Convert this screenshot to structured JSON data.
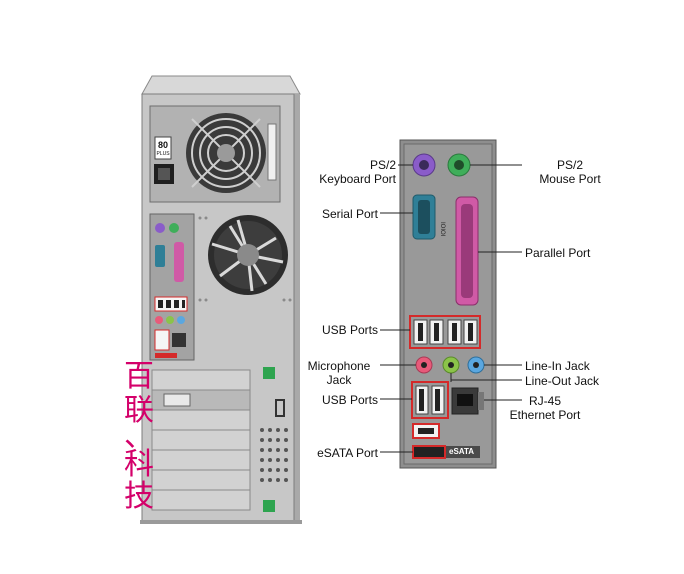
{
  "psu": {
    "badge_number": "80",
    "badge_sub": "PLUS"
  },
  "port_panel": {
    "esata_tag": "eSATA"
  },
  "labels": {
    "ps2_keyboard": "PS/2\nKeyboard Port",
    "ps2_mouse": "PS/2\nMouse Port",
    "serial": "Serial Port",
    "parallel": "Parallel Port",
    "usb_upper": "USB Ports",
    "microphone": "Microphone\nJack",
    "line_in": "Line-In Jack",
    "line_out": "Line-Out Jack",
    "usb_lower": "USB Ports",
    "rj45": "RJ-45\nEthernet Port",
    "esata": "eSATA Port"
  },
  "watermark": {
    "chars": [
      "百",
      "联",
      "、",
      "科",
      "技"
    ]
  },
  "colors": {
    "chassis": "#c9c9c9",
    "panel": "#8e8e8e",
    "highlight": "#d42a2a",
    "watermark": "#d4006a",
    "ps2_keyboard": "#8a5cc9",
    "ps2_mouse": "#3fae5a",
    "serial": "#2f7f97",
    "parallel": "#d05aa6",
    "mic": "#e85a7a",
    "line_out": "#8bc34a",
    "line_in": "#5aa7e0"
  }
}
